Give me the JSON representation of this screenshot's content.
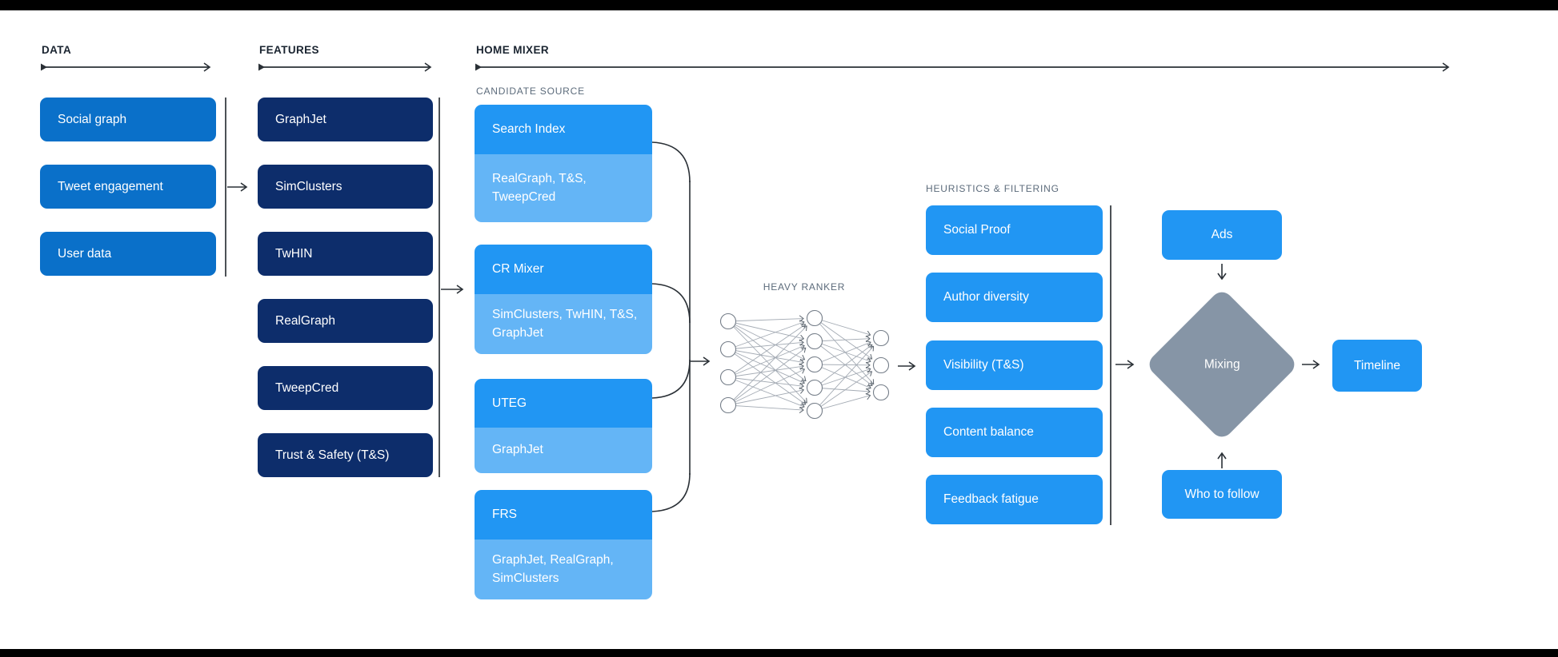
{
  "data_column": {
    "header": "DATA",
    "items": [
      "Social graph",
      "Tweet engagement",
      "User data"
    ]
  },
  "features_column": {
    "header": "FEATURES",
    "items": [
      "GraphJet",
      "SimClusters",
      "TwHIN",
      "RealGraph",
      "TweepCred",
      "Trust & Safety (T&S)"
    ]
  },
  "home_mixer": {
    "header": "HOME MIXER",
    "candidate_source": {
      "header": "CANDIDATE SOURCE",
      "items": [
        {
          "title": "Search Index",
          "sources": "RealGraph, T&S, TweepCred"
        },
        {
          "title": "CR Mixer",
          "sources": "SimClusters, TwHIN, T&S, GraphJet"
        },
        {
          "title": "UTEG",
          "sources": "GraphJet"
        },
        {
          "title": "FRS",
          "sources": "GraphJet, RealGraph, SimClusters"
        }
      ]
    },
    "heavy_ranker": {
      "header": "HEAVY RANKER"
    },
    "heuristics": {
      "header": "HEURISTICS & FILTERING",
      "items": [
        "Social Proof",
        "Author diversity",
        "Visibility (T&S)",
        "Content balance",
        "Feedback fatigue"
      ]
    },
    "mixing_stage": {
      "ads": "Ads",
      "mixing": "Mixing",
      "who_to_follow": "Who to follow",
      "timeline": "Timeline"
    }
  },
  "colors": {
    "medium_blue": "#0A70C9",
    "navy_blue": "#0D2D6B",
    "bright_blue": "#2196F3",
    "light_blue": "#64B5F6",
    "diamond_gray": "#8695A6",
    "header_text": "#1A2430",
    "subheader_text": "#5C6B7B",
    "connector": "#2A3036",
    "letterbox": "#000000"
  }
}
